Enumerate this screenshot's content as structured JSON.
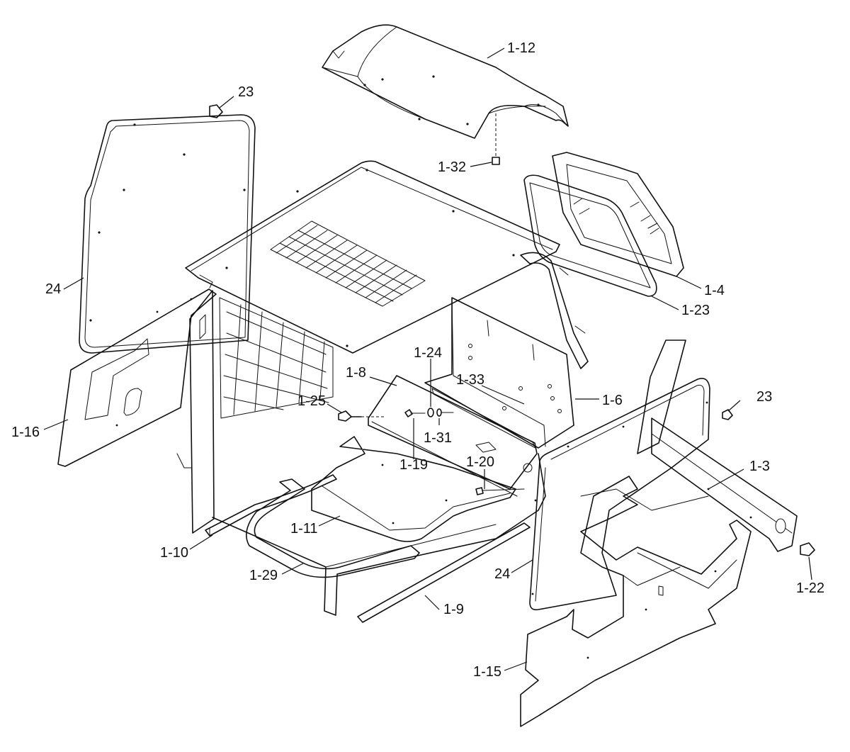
{
  "callouts": [
    {
      "id": "1-12",
      "text": "1-12"
    },
    {
      "id": "23a",
      "text": "23"
    },
    {
      "id": "1-32",
      "text": "1-32"
    },
    {
      "id": "24a",
      "text": "24"
    },
    {
      "id": "1-4",
      "text": "1-4"
    },
    {
      "id": "1-23",
      "text": "1-23"
    },
    {
      "id": "1-24",
      "text": "1-24"
    },
    {
      "id": "1-8",
      "text": "1-8"
    },
    {
      "id": "1-33",
      "text": "1-33"
    },
    {
      "id": "1-6",
      "text": "1-6"
    },
    {
      "id": "23b",
      "text": "23"
    },
    {
      "id": "1-25",
      "text": "1-25"
    },
    {
      "id": "1-31",
      "text": "1-31"
    },
    {
      "id": "1-16",
      "text": "1-16"
    },
    {
      "id": "1-19",
      "text": "1-19"
    },
    {
      "id": "1-20",
      "text": "1-20"
    },
    {
      "id": "1-3",
      "text": "1-3"
    },
    {
      "id": "1-11",
      "text": "1-11"
    },
    {
      "id": "1-10",
      "text": "1-10"
    },
    {
      "id": "1-22",
      "text": "1-22"
    },
    {
      "id": "1-29",
      "text": "1-29"
    },
    {
      "id": "24b",
      "text": "24"
    },
    {
      "id": "1-9",
      "text": "1-9"
    },
    {
      "id": "1-15",
      "text": "1-15"
    }
  ]
}
